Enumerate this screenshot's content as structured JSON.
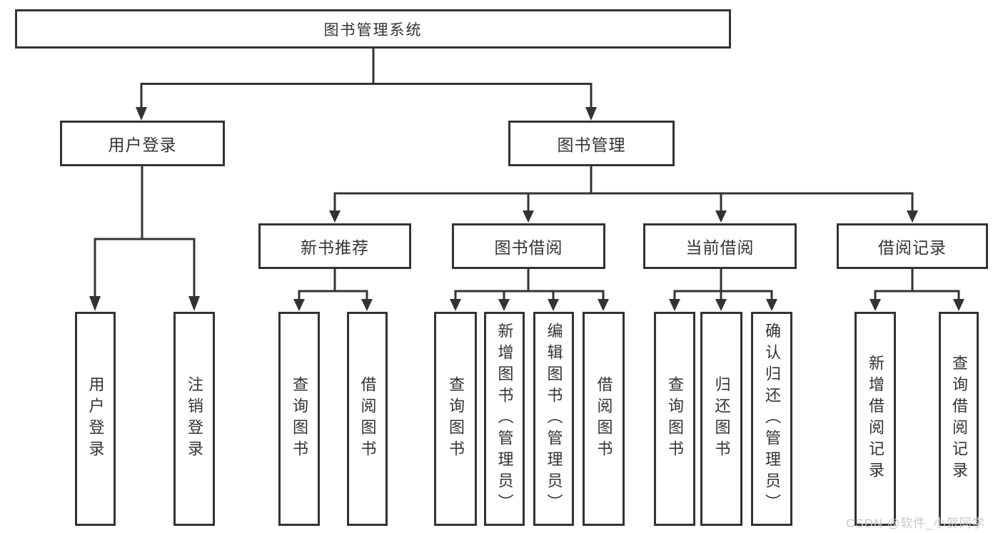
{
  "root": {
    "label": "图书管理系统"
  },
  "user_login": {
    "label": "用户登录",
    "children": [
      {
        "label": "用户登录"
      },
      {
        "label": "注销登录"
      }
    ]
  },
  "book_management": {
    "label": "图书管理",
    "modules": [
      {
        "label": "新书推荐",
        "children": [
          {
            "label": "查询图书"
          },
          {
            "label": "借阅图书"
          }
        ]
      },
      {
        "label": "图书借阅",
        "children": [
          {
            "label": "查询图书"
          },
          {
            "label": "新增图书（管理员）"
          },
          {
            "label": "编辑图书（管理员）"
          },
          {
            "label": "借阅图书"
          }
        ]
      },
      {
        "label": "当前借阅",
        "children": [
          {
            "label": "查询图书"
          },
          {
            "label": "归还图书"
          },
          {
            "label": "确认归还（管理员）"
          }
        ]
      },
      {
        "label": "借阅记录",
        "children": [
          {
            "label": "新增借阅记录"
          },
          {
            "label": "查询借阅记录"
          }
        ]
      }
    ]
  },
  "watermark": {
    "text": "CSDN @软件_小贺同学",
    "color": "#c9c9c9"
  },
  "colors": {
    "line": "#333333",
    "box_border": "#333333",
    "text": "#333333",
    "background": "#ffffff"
  }
}
